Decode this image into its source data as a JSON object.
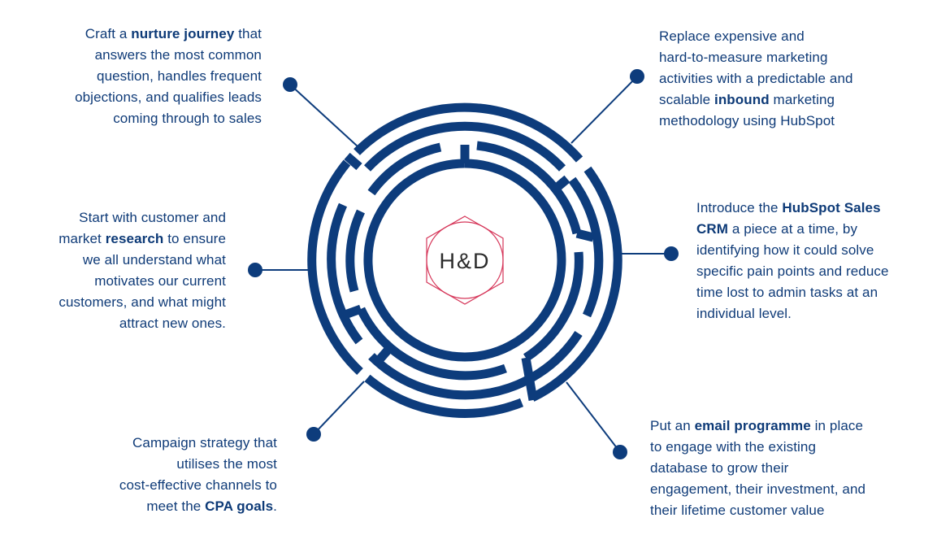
{
  "logo": {
    "text": "H&D"
  },
  "colors": {
    "maze": "#0d3c7c",
    "logo_accent": "#d6375a",
    "text": "#0f3b78"
  },
  "callouts": [
    {
      "id": "c1",
      "position": "top-left",
      "lines": [
        [
          {
            "t": "Craft a "
          },
          {
            "t": "nurture journey",
            "b": true
          },
          {
            "t": " that"
          }
        ],
        [
          {
            "t": "answers the most common"
          }
        ],
        [
          {
            "t": "question, handles frequent"
          }
        ],
        [
          {
            "t": "objections, and qualifies leads"
          }
        ],
        [
          {
            "t": "coming through to sales"
          }
        ]
      ]
    },
    {
      "id": "c2",
      "position": "top-right",
      "lines": [
        [
          {
            "t": "Replace expensive and"
          }
        ],
        [
          {
            "t": "hard-to-measure marketing"
          }
        ],
        [
          {
            "t": "activities with a predictable and"
          }
        ],
        [
          {
            "t": "scalable "
          },
          {
            "t": "inbound",
            "b": true
          },
          {
            "t": " marketing"
          }
        ],
        [
          {
            "t": "methodology  using HubSpot"
          }
        ]
      ]
    },
    {
      "id": "c3",
      "position": "middle-right",
      "lines": [
        [
          {
            "t": "Introduce the "
          },
          {
            "t": "HubSpot Sales",
            "b": true
          }
        ],
        [
          {
            "t": "CRM",
            "b": true
          },
          {
            "t": " a piece at a time, by"
          }
        ],
        [
          {
            "t": "identifying how it could solve"
          }
        ],
        [
          {
            "t": "specific pain points and reduce"
          }
        ],
        [
          {
            "t": "time lost to admin tasks at an"
          }
        ],
        [
          {
            "t": "individual level."
          }
        ]
      ]
    },
    {
      "id": "c4",
      "position": "middle-left",
      "lines": [
        [
          {
            "t": "Start with customer and"
          }
        ],
        [
          {
            "t": "market "
          },
          {
            "t": "research",
            "b": true
          },
          {
            "t": " to ensure"
          }
        ],
        [
          {
            "t": "we all understand what"
          }
        ],
        [
          {
            "t": "motivates our current"
          }
        ],
        [
          {
            "t": "customers, and what might"
          }
        ],
        [
          {
            "t": "attract new ones."
          }
        ]
      ]
    },
    {
      "id": "c5",
      "position": "bottom-left",
      "lines": [
        [
          {
            "t": "Campaign strategy that"
          }
        ],
        [
          {
            "t": "utilises the most"
          }
        ],
        [
          {
            "t": "cost-effective channels to"
          }
        ],
        [
          {
            "t": "meet the "
          },
          {
            "t": "CPA goals",
            "b": true
          },
          {
            "t": "."
          }
        ]
      ]
    },
    {
      "id": "c6",
      "position": "bottom-right",
      "lines": [
        [
          {
            "t": "Put an "
          },
          {
            "t": "email programme",
            "b": true
          },
          {
            "t": " in place"
          }
        ],
        [
          {
            "t": "to engage with the existing"
          }
        ],
        [
          {
            "t": "database to grow their"
          }
        ],
        [
          {
            "t": "engagement, their investment, and"
          }
        ],
        [
          {
            "t": "their lifetime customer value"
          }
        ]
      ]
    }
  ]
}
